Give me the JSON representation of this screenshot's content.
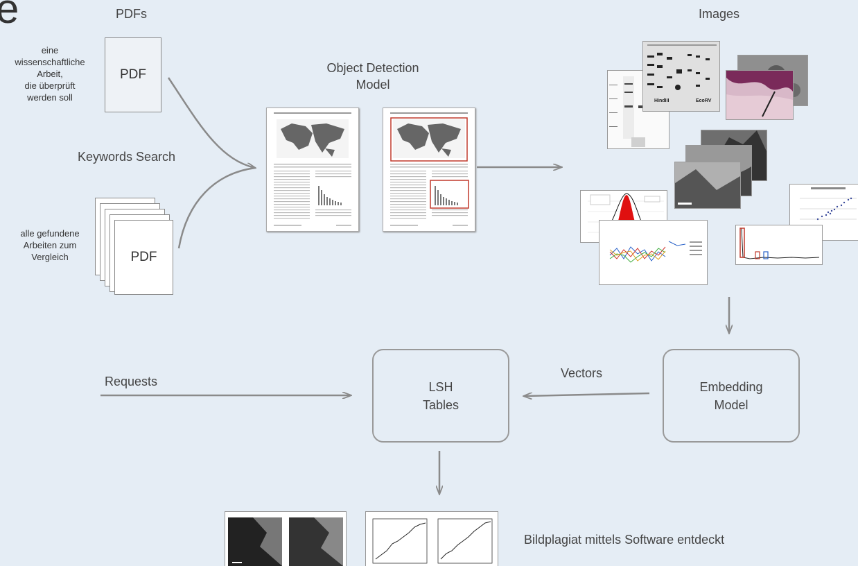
{
  "top_left_glyph": "e",
  "pdfs_heading": "PDFs",
  "images_heading": "Images",
  "paper_note": "eine\nwissenschaftliche\nArbeit,\ndie überprüft\nwerden soll",
  "pdf_label": "PDF",
  "keywords_search": "Keywords Search",
  "compare_note": "alle gefundene\nArbeiten zum\nVergleich",
  "object_detection": "Object Detection\nModel",
  "lsh_tables": "LSH\nTables",
  "embedding_model": "Embedding\nModel",
  "vectors": "Vectors",
  "requests": "Requests",
  "result_text": "Bildplagiat mittels Software entdeckt",
  "gel_labels": {
    "hind": "HindIII",
    "eco": "EcoRV"
  },
  "colors": {
    "arrow": "#8a8a8a",
    "box_border": "#999999",
    "detect_box": "#c0392b",
    "background": "#e5edf5"
  }
}
